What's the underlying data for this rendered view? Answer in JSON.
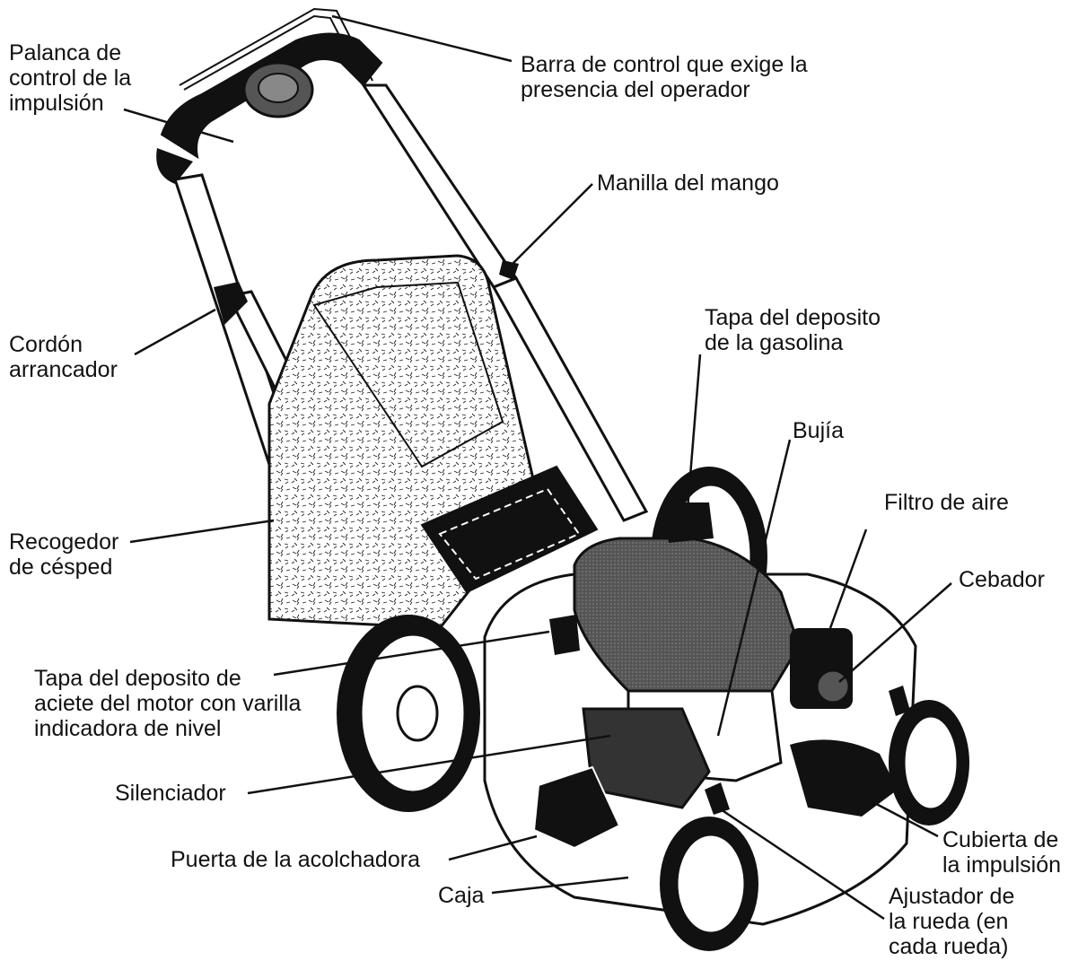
{
  "diagram": {
    "labels": {
      "drive_lever": "Palanca de\ncontrol de la\nimpulsión",
      "operator_bar": "Barra de control que exige la\npresencia del operador",
      "handle_knob": "Manilla del mango",
      "starter_cord": "Cordón\narrancador",
      "fuel_cap": "Tapa del deposito\nde la gasolina",
      "spark_plug": "Bujía",
      "air_filter": "Filtro de aire",
      "grass_catcher": "Recogedor\nde césped",
      "primer": "Cebador",
      "oil_cap": "Tapa del deposito de\naciete del motor con varilla\nindicadora de nivel",
      "muffler": "Silenciador",
      "mulch_door": "Puerta de la acolchadora",
      "drive_cover": "Cubierta de\nla impulsión",
      "deck": "Caja",
      "wheel_adjuster": "Ajustador de\nla rueda (en\ncada rueda)"
    }
  }
}
